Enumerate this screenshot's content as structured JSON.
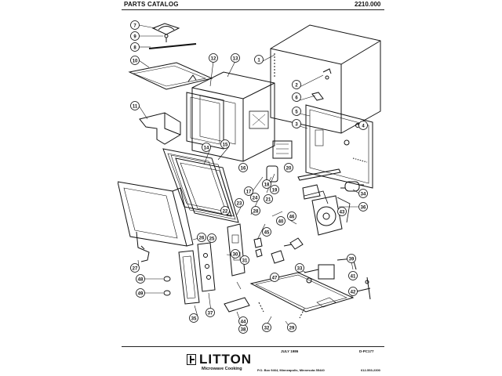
{
  "header": {
    "title": "PARTS CATALOG",
    "number": "2210.000"
  },
  "callouts": [
    "1",
    "2",
    "3",
    "4",
    "5",
    "6",
    "7",
    "8",
    "9",
    "10",
    "11",
    "12",
    "13",
    "14",
    "15",
    "16",
    "17",
    "18",
    "19",
    "20",
    "21",
    "22",
    "23",
    "24",
    "25",
    "26",
    "27",
    "28",
    "29",
    "30",
    "31",
    "32",
    "33",
    "34",
    "35",
    "36",
    "37",
    "38",
    "39",
    "40",
    "41",
    "42",
    "43",
    "44",
    "45",
    "46",
    "47",
    "48",
    "49"
  ],
  "footer": {
    "brand": "LITTON",
    "brand_sub": "Microwave Cooking",
    "date": "JULY 1986",
    "code": "D-PC177",
    "address": "P.O. Box 9464, Minneapolis, Minnesota 55440",
    "phone": "612-553-2300"
  }
}
